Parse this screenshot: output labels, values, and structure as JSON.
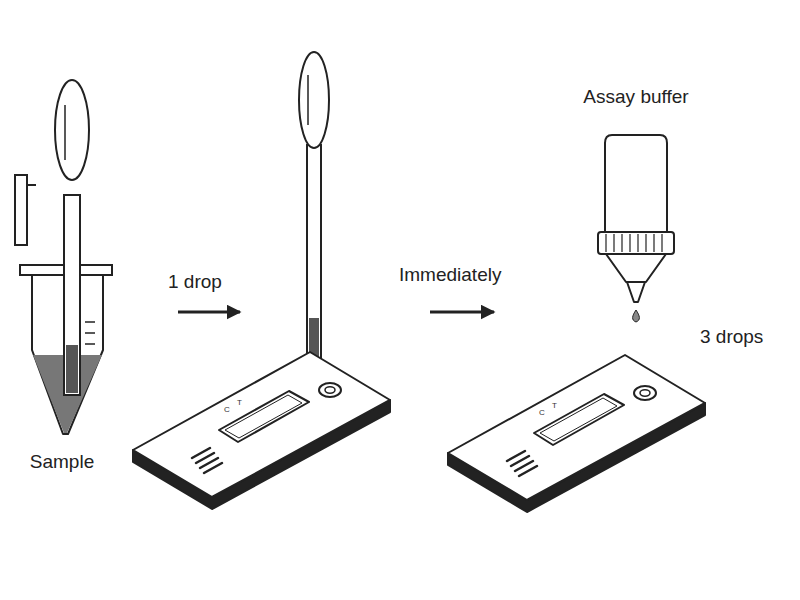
{
  "diagram": {
    "labels": [
      "Sample",
      "1 drop",
      "Immediately",
      "Assay buffer",
      "3 drops",
      "C",
      "T",
      "C",
      "T"
    ]
  }
}
